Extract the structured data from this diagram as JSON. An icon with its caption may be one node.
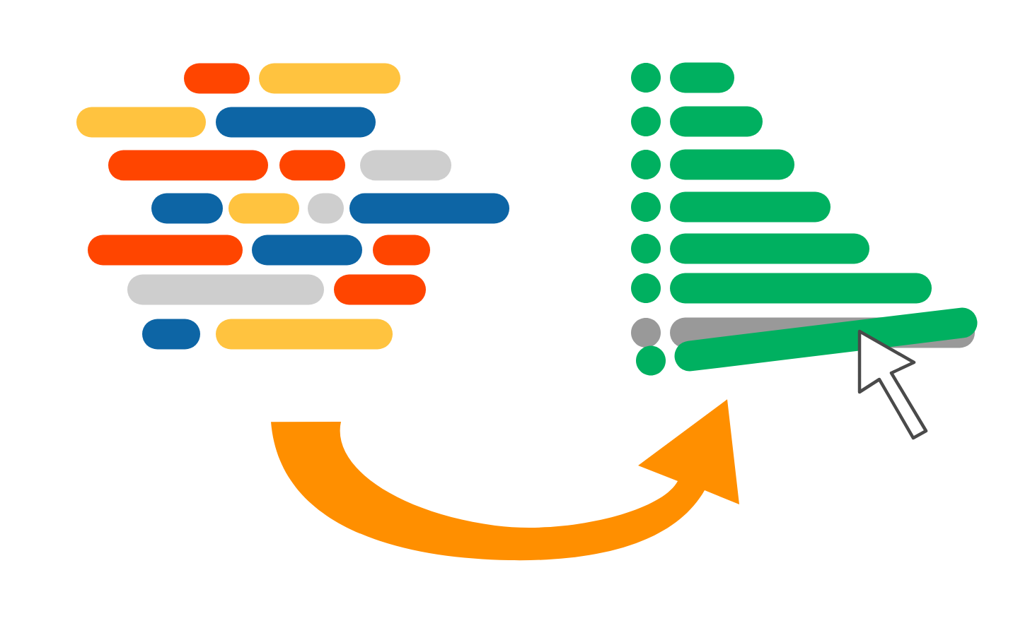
{
  "diagram": {
    "nodes": [
      {
        "text": [],
        "shape": "picture"
      },
      {
        "text": [],
        "shape": "picture"
      }
    ],
    "edges": [
      {
        "from": 0,
        "to": 1,
        "arrow": "to",
        "style": "thick",
        "color": "#ff8f00"
      }
    ]
  }
}
